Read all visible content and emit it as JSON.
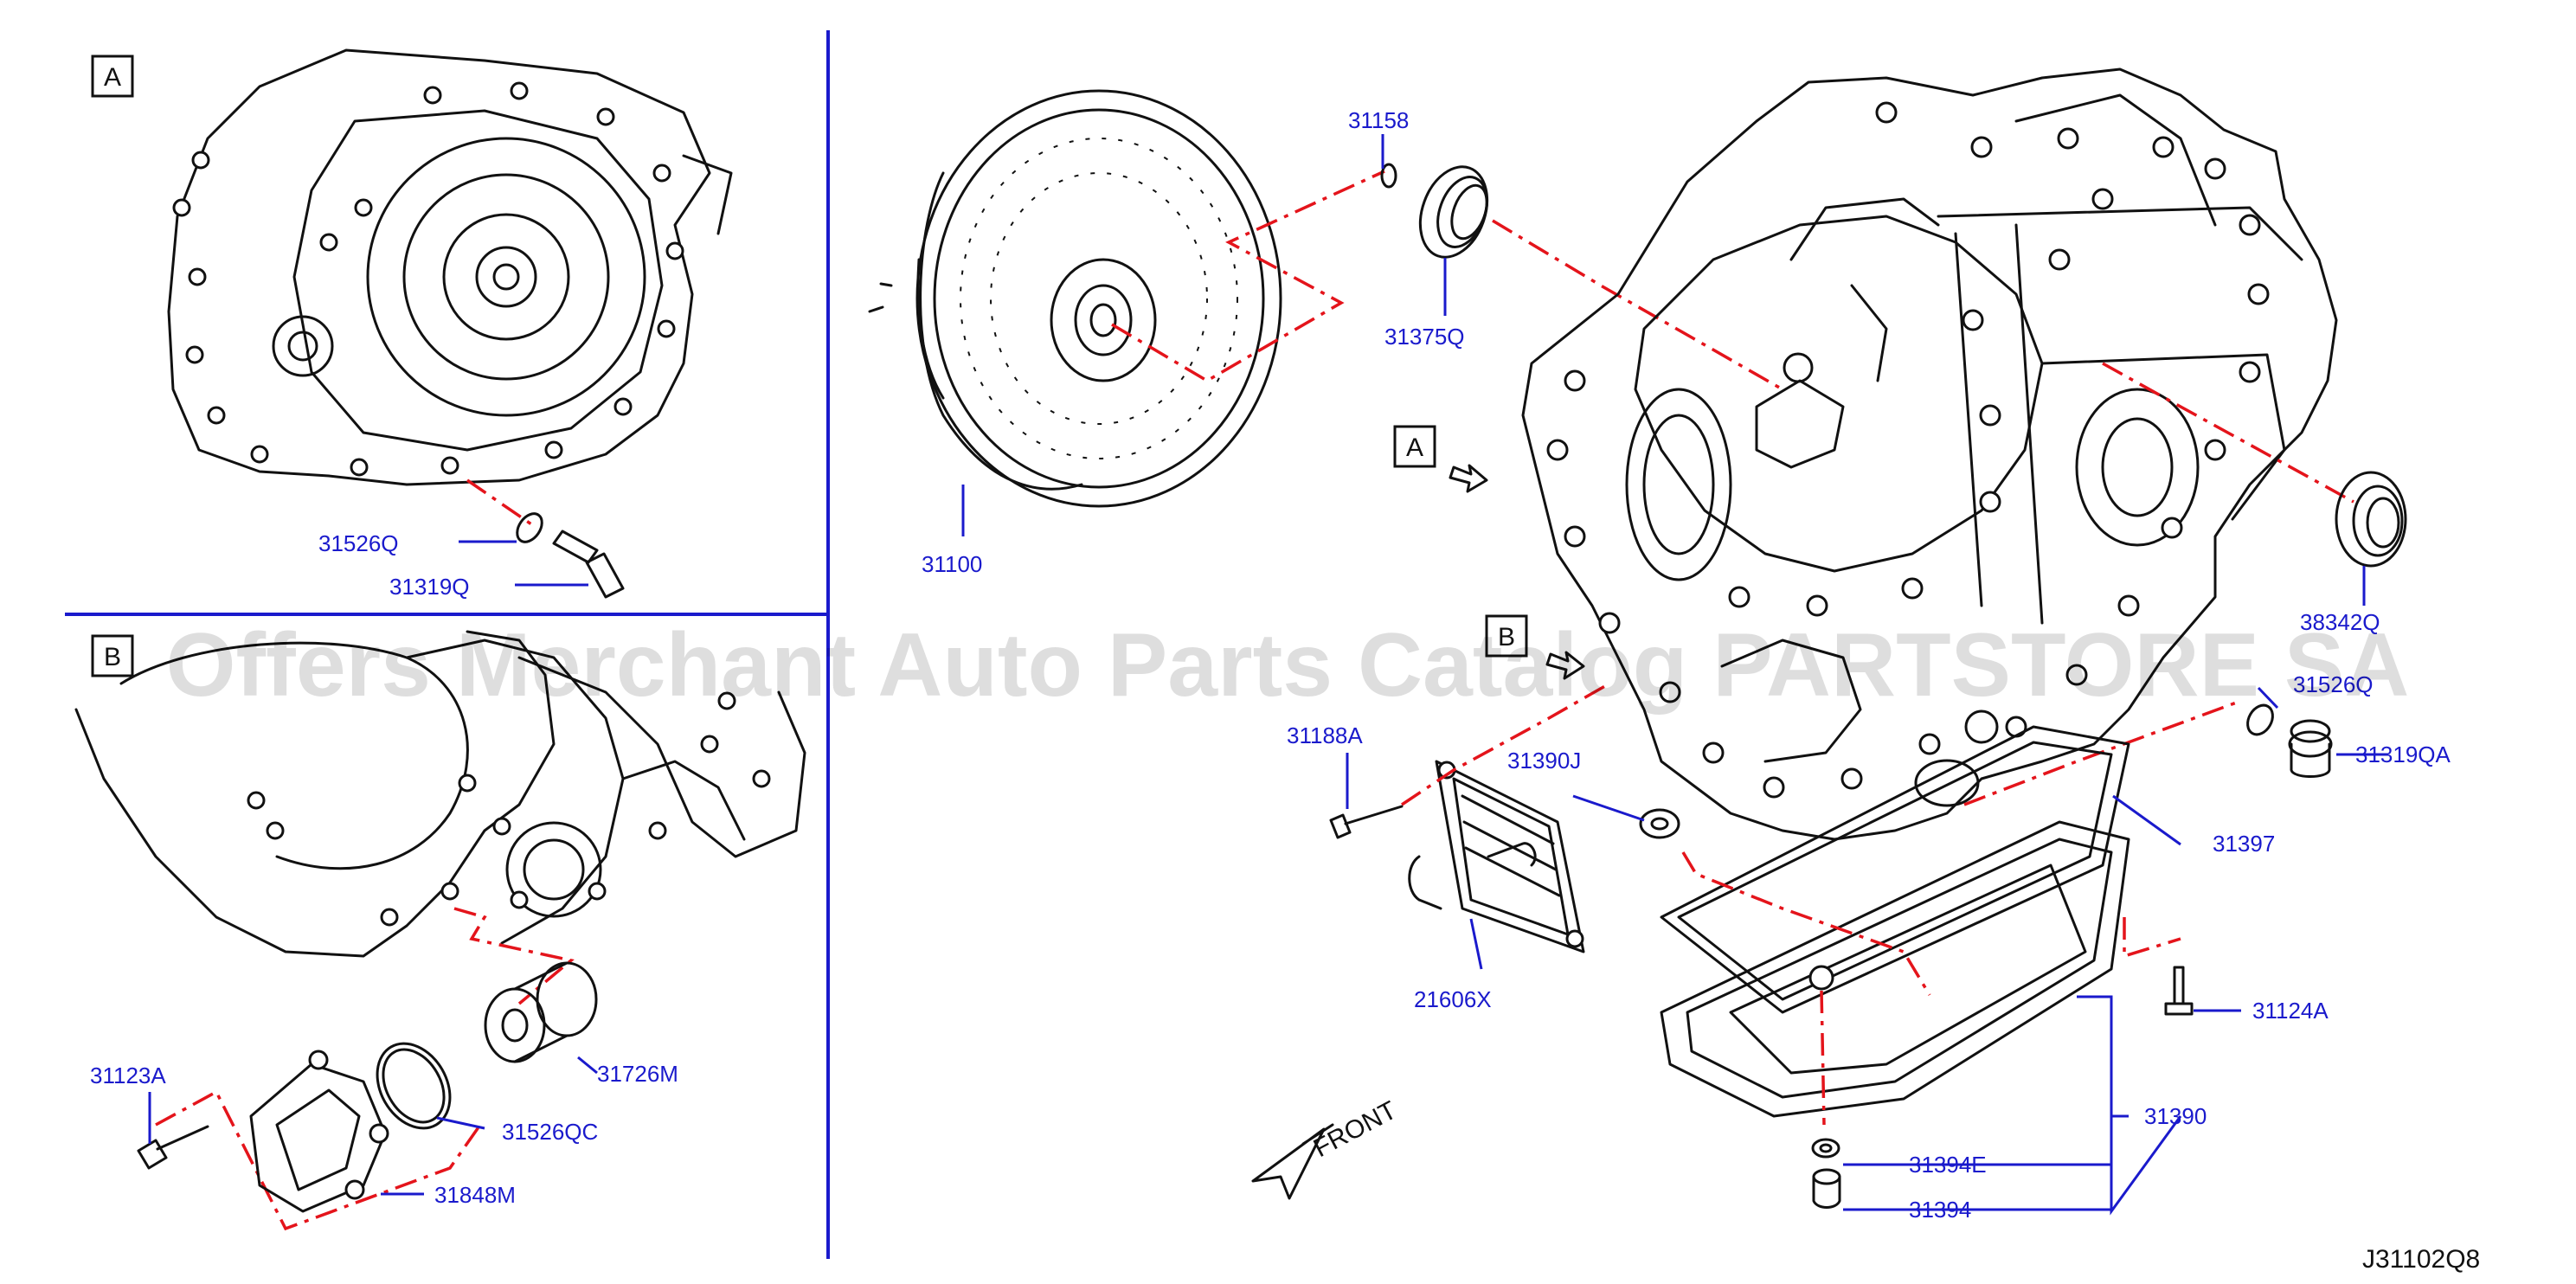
{
  "watermark": "Offers Merchant Auto Parts Catalog PARTSTORE SA",
  "diagram_code": "J31102Q8",
  "front_label": "FRONT",
  "views": {
    "a_inset": "A",
    "b_inset": "B",
    "a_main": "A",
    "b_main": "B"
  },
  "parts": {
    "p31526Q": "31526Q",
    "p31319Q": "31319Q",
    "p31158": "31158",
    "p31375Q": "31375Q",
    "p31100": "31100",
    "p38342Q": "38342Q",
    "p31526Q_b": "31526Q",
    "p31319QA": "31319QA",
    "p31188A": "31188A",
    "p31390J": "31390J",
    "p31397": "31397",
    "p21606X": "21606X",
    "p31124A": "31124A",
    "p31390": "31390",
    "p31394E": "31394E",
    "p31394": "31394",
    "p31123A": "31123A",
    "p31726M": "31726M",
    "p31526QC": "31526QC",
    "p31848M": "31848M"
  }
}
